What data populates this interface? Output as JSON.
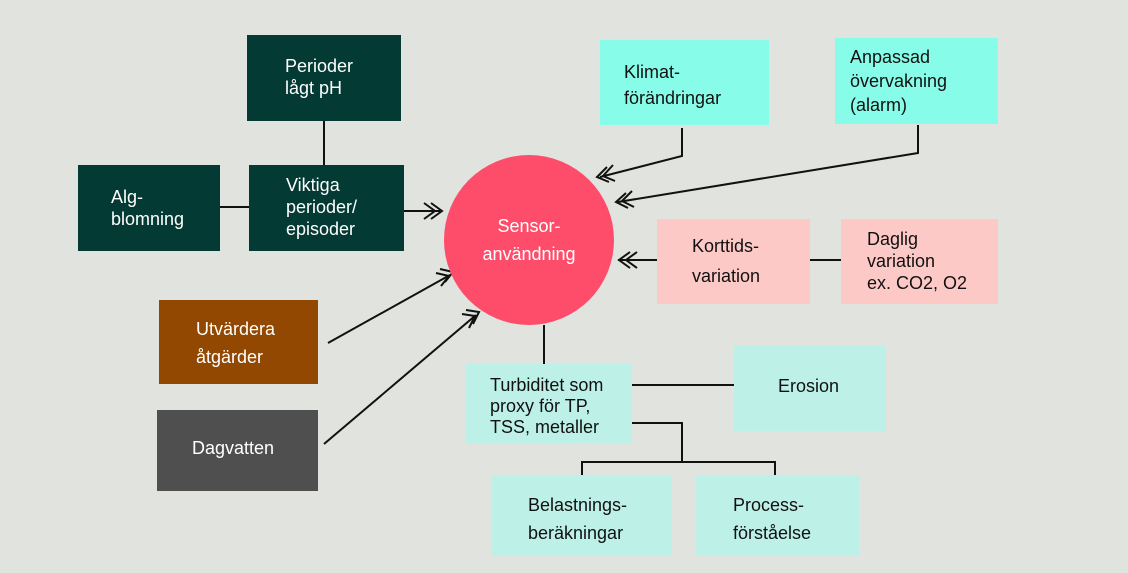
{
  "center": {
    "label": "Sensor-\nanvändning"
  },
  "nodes": {
    "perioder_lagt_ph": "Perioder\nlågt pH",
    "algblomning": "Alg-\nblomning",
    "viktiga_perioder": "Viktiga\nperioder/\nepisoder",
    "utvardera": "Utvärdera\nåtgärder",
    "dagvatten": "Dagvatten",
    "klimat": "Klimat-\nförändringar",
    "anpassad": "Anpassad\növervakning\n(alarm)",
    "korttids": "Korttids-\nvariation",
    "daglig": "Daglig\nvariation\nex. CO2, O2",
    "turbiditet": "Turbiditet som\nproxy för TP,\nTSS, metaller",
    "erosion": "Erosion",
    "belastning": "Belastnings-\nberäkningar",
    "process": "Process-\nförståelse"
  },
  "colors": {
    "background": "#e1e3de",
    "center": "#fe4d6b",
    "dark_green": "#033a33",
    "cyan": "#87fde9",
    "pink": "#fdc9c6",
    "mint": "#bdf1e7",
    "brown": "#924801",
    "gray": "#4f4f4f",
    "line": "#111111"
  }
}
